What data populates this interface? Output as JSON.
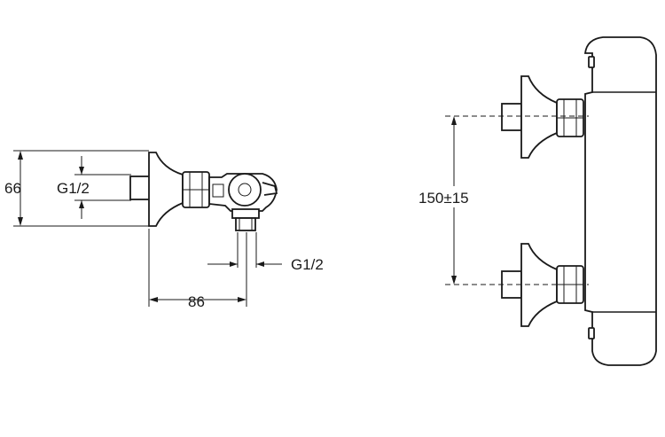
{
  "dimensions": {
    "height_left": "66",
    "thread_side": "G1/2",
    "thread_bottom": "G1/2",
    "width_depth": "86",
    "center_spacing": "150±15"
  }
}
